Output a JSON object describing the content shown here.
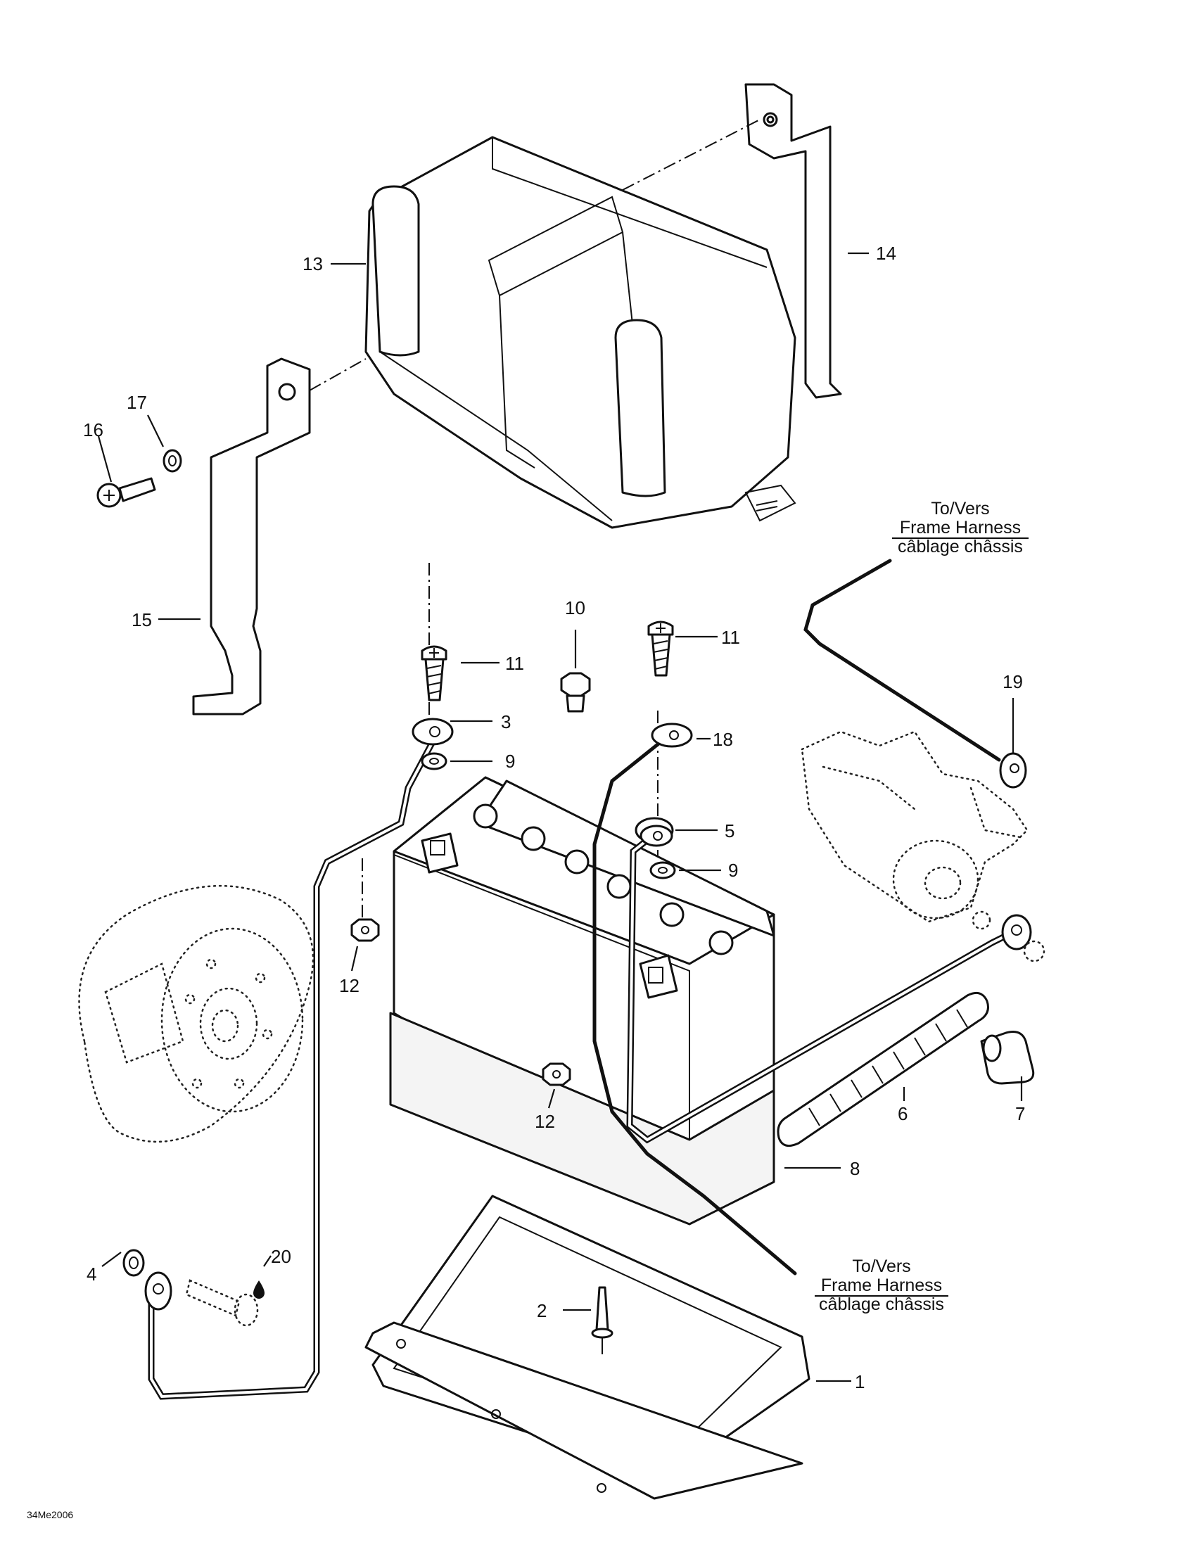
{
  "diagram": {
    "callouts": {
      "c1": "1",
      "c2": "2",
      "c3": "3",
      "c4": "4",
      "c5": "5",
      "c6": "6",
      "c7": "7",
      "c8": "8",
      "c9a": "9",
      "c9b": "9",
      "c10": "10",
      "c11a": "11",
      "c11b": "11",
      "c12a": "12",
      "c12b": "12",
      "c13": "13",
      "c14": "14",
      "c15": "15",
      "c16": "16",
      "c17": "17",
      "c18": "18",
      "c19": "19",
      "c20": "20"
    },
    "notes": {
      "upper": {
        "line1": "To/Vers",
        "line2": "Frame Harness",
        "line3": "câblage châssis"
      },
      "lower": {
        "line1": "To/Vers",
        "line2": "Frame Harness",
        "line3": "câblage châssis"
      }
    },
    "figure_id": "34Me2006"
  }
}
